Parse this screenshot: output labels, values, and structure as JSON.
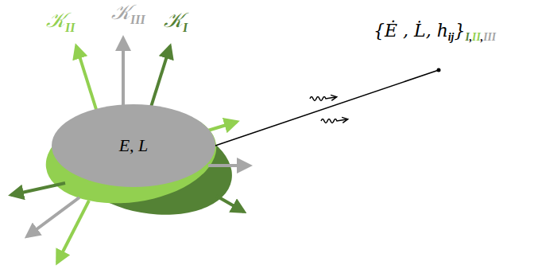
{
  "diagram": {
    "nodes": [
      {
        "text": [
          "E, L"
        ]
      }
    ],
    "labels": [
      "𝒦",
      "II",
      "𝒦",
      "III",
      "𝒦",
      "I",
      "{Ė , L̇, h",
      "ij",
      "}",
      "I",
      ",",
      "II",
      ",",
      "III"
    ]
  }
}
